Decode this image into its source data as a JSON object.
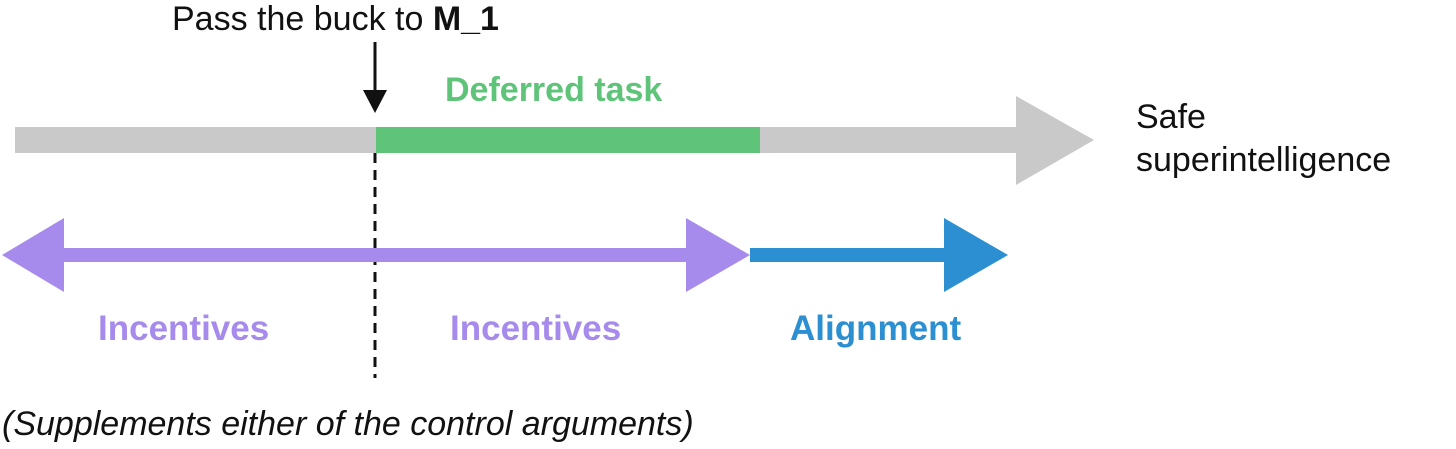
{
  "labels": {
    "pass_prefix": "Pass the buck to ",
    "pass_model": "M_1",
    "deferred_task": "Deferred task",
    "safe_line1": "Safe",
    "safe_line2": "superintelligence",
    "incentives_left": "Incentives",
    "incentives_right": "Incentives",
    "alignment": "Alignment",
    "footnote": "(Supplements either of the control arguments)"
  },
  "colors": {
    "timeline": "#c9c9c9",
    "deferred": "#5fc47a",
    "incentives": "#a78bec",
    "alignment": "#2b8fd1",
    "text": "#111111"
  }
}
